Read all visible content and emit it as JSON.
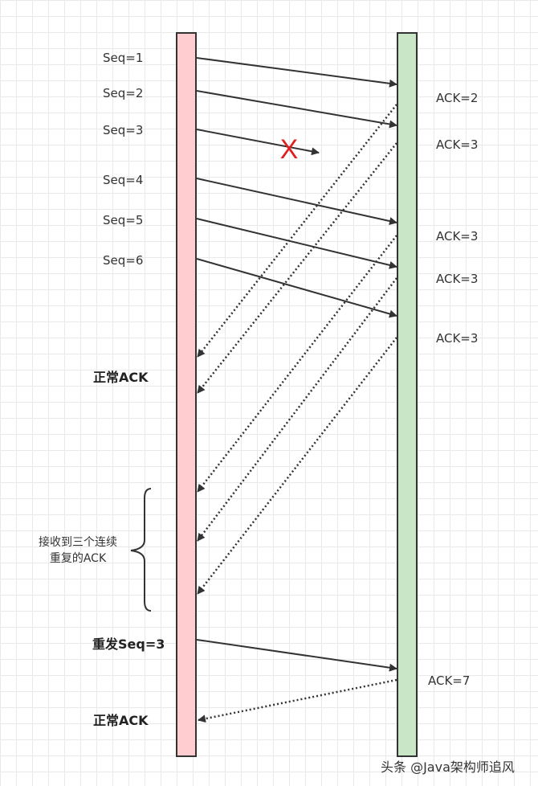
{
  "colors": {
    "sender_fill": "#ffccd0",
    "receiver_fill": "#c9e6c6",
    "line": "#333333",
    "lost_mark": "#e02020"
  },
  "labels": {
    "seq1": "Seq=1",
    "seq2": "Seq=2",
    "seq3": "Seq=3",
    "seq4": "Seq=4",
    "seq5": "Seq=5",
    "seq6": "Seq=6",
    "ack2": "ACK=2",
    "ack3_a": "ACK=3",
    "ack3_b": "ACK=3",
    "ack3_c": "ACK=3",
    "ack3_d": "ACK=3",
    "ack7": "ACK=7",
    "normal_ack_1": "正常ACK",
    "dup_line1": "接收到三个连续",
    "dup_line2": "重复的ACK",
    "resend": "重发Seq=3",
    "normal_ack_2": "正常ACK",
    "lost_mark": "X",
    "watermark": "头条 @Java架构师追风"
  }
}
